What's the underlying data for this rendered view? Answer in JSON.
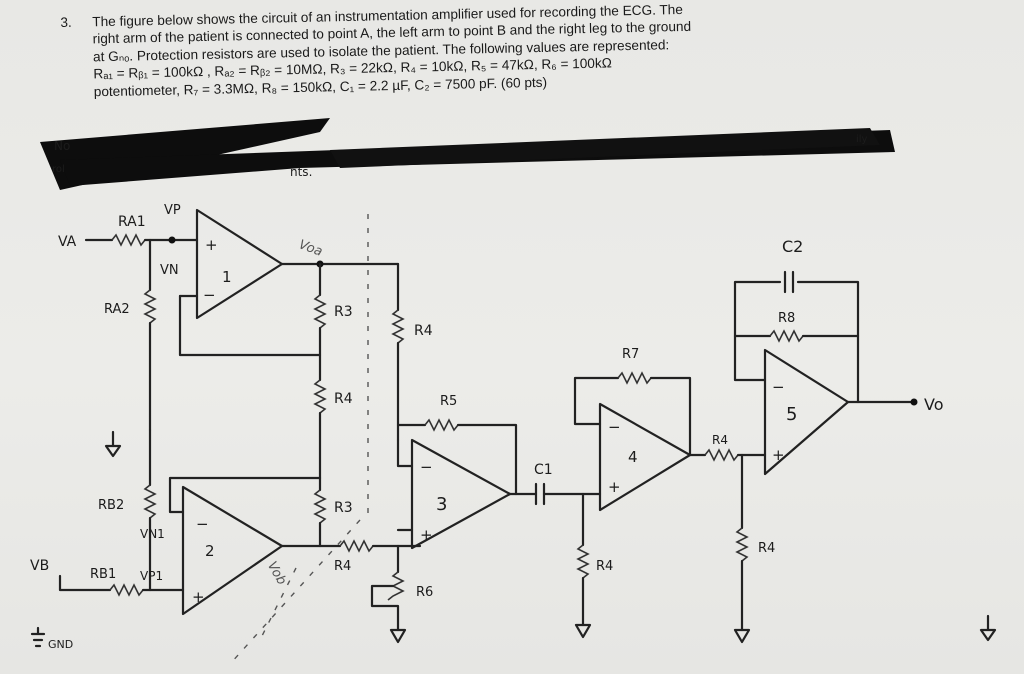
{
  "problem": {
    "number": "3.",
    "lines": [
      "The figure below shows the circuit of an instrumentation amplifier used for recording the ECG. The",
      "right arm of the patient is connected to point A, the left arm to point B and the right leg to the ground",
      "at Gₙₒ. Protection resistors are used to isolate the patient. The following values are represented:",
      "Rₐ₁ = Rᵦ₁ = 100kΩ , Rₐ₂ = Rᵦ₂ = 10MΩ, R₃ = 22kΩ, R₄ = 10kΩ, R₅ = 47kΩ, R₆ = 100kΩ",
      "potentiometer, R₇ = 3.3MΩ, R₈ = 150kΩ, C₁ = 2.2 µF, C₂ = 7500 pF. (60 pts)"
    ]
  },
  "redaction_fragments": {
    "left": "No",
    "left_below": "rol",
    "mid": "nts.",
    "right": "ily"
  },
  "circuit_labels": {
    "va": "VA",
    "vp_top": "VP",
    "ra1": "RA1",
    "vn_top": "VN",
    "opamp1": "1",
    "voa": "Voa",
    "ra2": "RA2",
    "r3_top": "R3",
    "r4_a": "R4",
    "r4_b": "R4",
    "r5": "R5",
    "r7": "R7",
    "r8": "R8",
    "c2": "C2",
    "opamp5": "5",
    "vo": "Vo",
    "opamp4": "4",
    "r4_c": "R4",
    "c1": "C1",
    "opamp3": "3",
    "rb2": "RB2",
    "vn1": "VN1",
    "opamp2": "2",
    "r3_bot": "R3",
    "r4_d": "R4",
    "r4_e": "R4",
    "r4_f": "R4",
    "r6": "R6",
    "vob": "Vob",
    "vb": "VB",
    "rb1": "RB1",
    "vp1": "VP1",
    "gnd": "GND",
    "plus": "+",
    "minus": "−"
  }
}
